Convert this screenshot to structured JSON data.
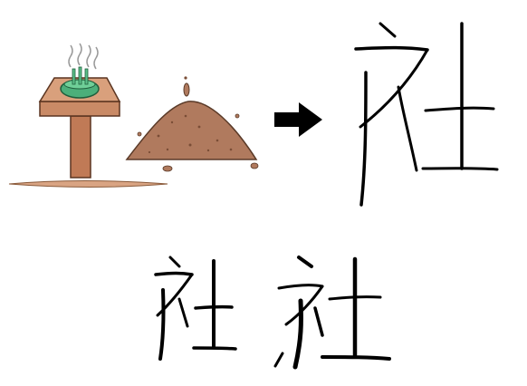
{
  "scene": {
    "illustration": "altar-with-incense-and-earth-mound",
    "arrow": "right-arrow-icon",
    "colors": {
      "altar_wood": "#c07a56",
      "altar_edge": "#7a4a2e",
      "incense_bowl": "#4caf7a",
      "earth_mound": "#b07a5e",
      "ground": "#c7906f",
      "ink": "#000000"
    }
  },
  "characters": {
    "large": "社",
    "small_left": "社",
    "small_right": "社"
  }
}
